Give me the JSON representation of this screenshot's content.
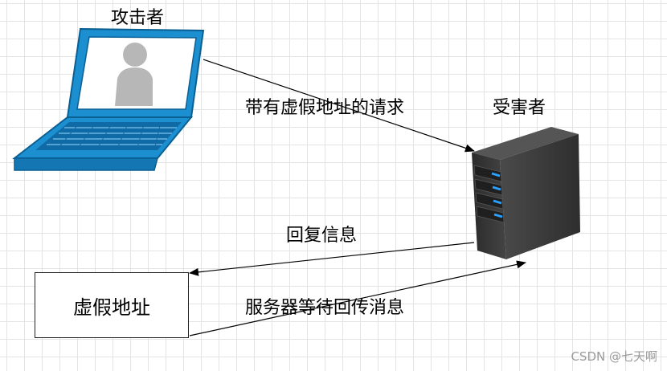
{
  "attacker_label": "攻击者",
  "victim_label": "受害者",
  "fake_address_label": "虚假地址",
  "request_label": "带有虚假地址的请求",
  "reply_label": "回复信息",
  "wait_label": "服务器等待回传消息",
  "watermark": "CSDN @七天啊",
  "colors": {
    "laptop_frame": "#1b8fd0",
    "laptop_frame_dark": "#0a5f93",
    "screen": "#ffffff",
    "person": "#b7b7b7",
    "server_body": "#3a3a3a",
    "server_led": "#2aa0ff",
    "arrow": "#000000"
  },
  "icons": {
    "attacker": "laptop-with-user-icon",
    "victim": "server-tower-icon"
  }
}
